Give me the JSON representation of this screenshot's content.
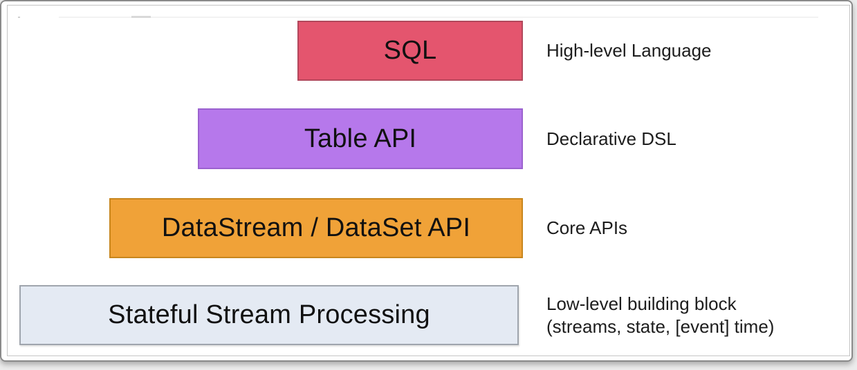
{
  "colors": {
    "page_background": "#ececec",
    "slide_background": "#ffffff",
    "frame_border": "#8a8a8a",
    "slide_border": "#c4c4c4",
    "box_text": "#111111",
    "side_text": "#1d1d1d"
  },
  "layers": [
    {
      "id": "sql",
      "box_label": "SQL",
      "side_label_lines": [
        "High-level Language"
      ],
      "fill": "#e4556e",
      "border": "#b2485c"
    },
    {
      "id": "table-api",
      "box_label": "Table API",
      "side_label_lines": [
        "Declarative DSL"
      ],
      "fill": "#b678eb",
      "border": "#9b62cf"
    },
    {
      "id": "datastream-dataset-api",
      "box_label": "DataStream / DataSet API",
      "side_label_lines": [
        "Core APIs"
      ],
      "fill": "#f0a238",
      "border": "#c8861d"
    },
    {
      "id": "stateful-stream-processing",
      "box_label": "Stateful Stream Processing",
      "side_label_lines": [
        "Low-level building block",
        "(streams, state, [event] time)"
      ],
      "fill": "#e4eaf3",
      "border": "#9fa5ad"
    }
  ]
}
